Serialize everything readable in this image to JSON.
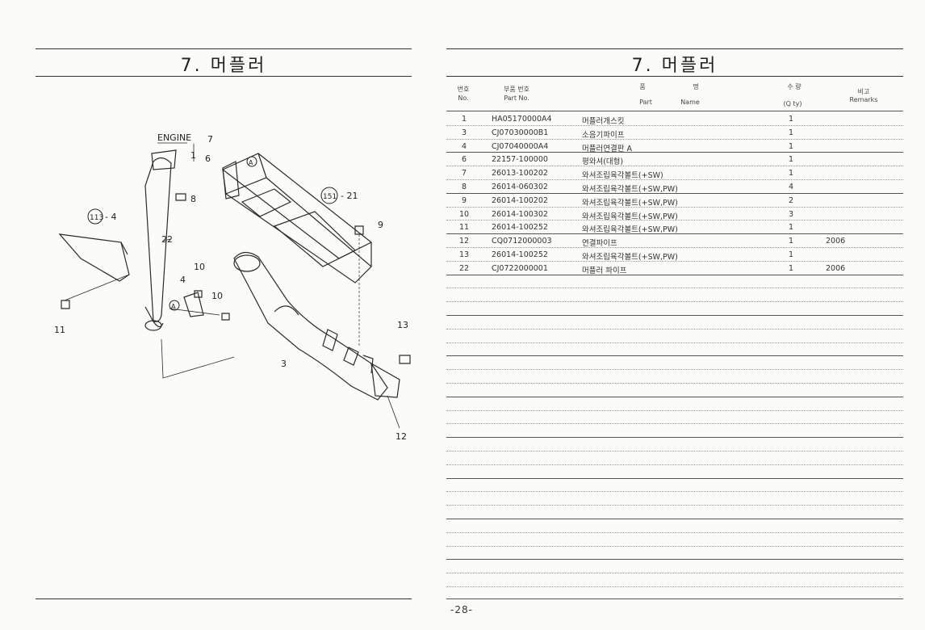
{
  "left_page": {
    "title": "7. 머플러",
    "diagram_labels": {
      "engine": "ENGINE",
      "n1": "1",
      "n3": "3",
      "n4": "4",
      "n6": "6",
      "n7": "7",
      "n8": "8",
      "n9": "9",
      "n10a": "10",
      "n10b": "10",
      "n11": "11",
      "n12": "12",
      "n13": "13",
      "n22": "22",
      "ref113": "113",
      "ref113_part": "- 4",
      "ref151": "151",
      "ref151_part": "- 21",
      "markA1": "A",
      "markA2": "A"
    }
  },
  "right_page": {
    "title": "7. 머플러",
    "headers": {
      "no_kr": "번호",
      "no_en": "No.",
      "part_kr": "부품 번호",
      "part_en": "Part   No.",
      "name_kr_1": "품",
      "name_kr_2": "명",
      "name_en_1": "Part",
      "name_en_2": "Name",
      "qty_kr": "수  량",
      "qty_en": "(Q ty)",
      "rem_kr": "비고",
      "rem_en": "Remarks"
    },
    "rows": [
      {
        "no": "1",
        "part": "HA05170000A4",
        "name": "머플러개스킷",
        "qty": "1",
        "remarks": ""
      },
      {
        "no": "3",
        "part": "CJ07030000B1",
        "name": "소음기파이프",
        "qty": "1",
        "remarks": ""
      },
      {
        "no": "4",
        "part": "CJ07040000A4",
        "name": "머플러연결판 A",
        "qty": "1",
        "remarks": ""
      },
      {
        "no": "6",
        "part": "22157-100000",
        "name": "평와셔(대형)",
        "qty": "1",
        "remarks": ""
      },
      {
        "no": "7",
        "part": "26013-100202",
        "name": "와셔조립육각볼트(+SW)",
        "qty": "1",
        "remarks": ""
      },
      {
        "no": "8",
        "part": "26014-060302",
        "name": "와셔조립육각볼트(+SW,PW)",
        "qty": "4",
        "remarks": ""
      },
      {
        "no": "9",
        "part": "26014-100202",
        "name": "와셔조립육각볼트(+SW,PW)",
        "qty": "2",
        "remarks": ""
      },
      {
        "no": "10",
        "part": "26014-100302",
        "name": "와셔조립육각볼트(+SW,PW)",
        "qty": "3",
        "remarks": ""
      },
      {
        "no": "11",
        "part": "26014-100252",
        "name": "와셔조립육각볼트(+SW,PW)",
        "qty": "1",
        "remarks": ""
      },
      {
        "no": "12",
        "part": "CQ0712000003",
        "name": "연결파이프",
        "qty": "1",
        "remarks": "2006"
      },
      {
        "no": "13",
        "part": "26014-100252",
        "name": "와셔조립육각볼트(+SW,PW)",
        "qty": "1",
        "remarks": ""
      },
      {
        "no": "22",
        "part": "CJ0722000001",
        "name": "머플러 파이프",
        "qty": "1",
        "remarks": "2006"
      }
    ],
    "page_number": "-28-"
  }
}
